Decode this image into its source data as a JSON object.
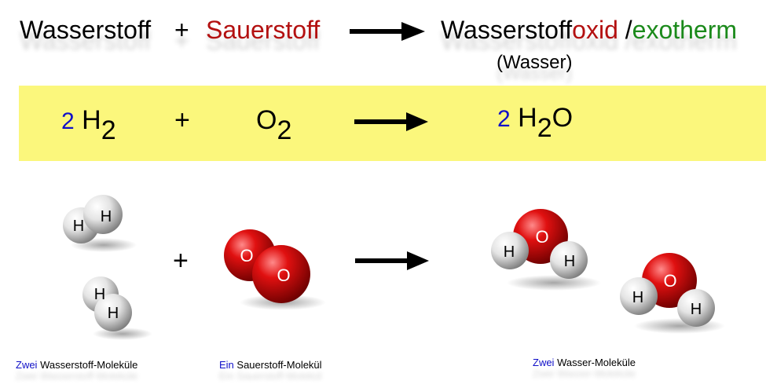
{
  "word_equation": {
    "reactant1": "Wasserstoff",
    "plus": "+",
    "reactant2": "Sauerstoff",
    "product_prefix": "Wasserstoff",
    "product_suffix": "oxid",
    "separator": " /",
    "reaction_type": "exotherm",
    "product_common_name": "(Wasser)"
  },
  "formula_equation": {
    "coef1": "2",
    "h2_base": "H",
    "h2_sub": "2",
    "plus": "+",
    "o2_base": "O",
    "o2_sub": "2",
    "coef3": "2",
    "h2o_h": "H",
    "h2o_sub": "2",
    "h2o_o": "O"
  },
  "molecules": {
    "plus": "+",
    "atom_h": "H",
    "atom_o": "O"
  },
  "captions": {
    "left_count": "Zwei",
    "left_rest": " Wasserstoff-Moleküle",
    "middle_count": "Ein",
    "middle_rest": " Sauerstoff-Molekül",
    "right_count": "Zwei",
    "right_rest": " Wasser-Moleküle"
  },
  "colors": {
    "red_text": "#b31010",
    "green_text": "#1b8a1b",
    "blue_text": "#1010c8",
    "band": "#fbf77c"
  }
}
